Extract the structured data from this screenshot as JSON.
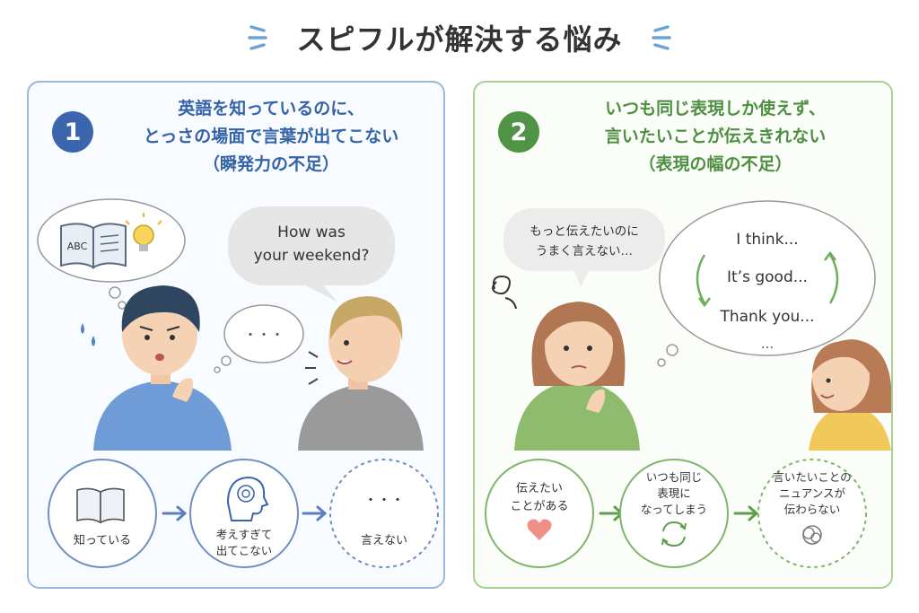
{
  "title": "スピフルが解決する悩み",
  "panel1": {
    "number": "1",
    "heading_lines": [
      "英語を知っているのに、",
      "とっさの場面で言葉が出てこない",
      "（瞬発力の不足）"
    ],
    "book_label": "ABC",
    "speech": [
      "How was",
      "your weekend?"
    ],
    "thinking": "・・・",
    "flow": {
      "step1": "知っている",
      "step2": [
        "考えすぎて",
        "出てこない"
      ],
      "step3_mark": "・・・",
      "step3": "言えない"
    },
    "color": "#3b65ad"
  },
  "panel2": {
    "number": "2",
    "heading_lines": [
      "いつも同じ表現しか使えず、",
      "言いたいことが伝えきれない",
      "（表現の幅の不足）"
    ],
    "thought": [
      "もっと伝えたいのに",
      "うまく言えない…"
    ],
    "phrases": [
      "I think...",
      "It’s good...",
      "Thank you...",
      "..."
    ],
    "flow": {
      "step1": [
        "伝えたい",
        "ことがある"
      ],
      "step2": [
        "いつも同じ",
        "表現に",
        "なってしまう"
      ],
      "step3": [
        "言いたいことの",
        "ニュアンスが",
        "伝わらない"
      ]
    },
    "color": "#4f9445"
  }
}
